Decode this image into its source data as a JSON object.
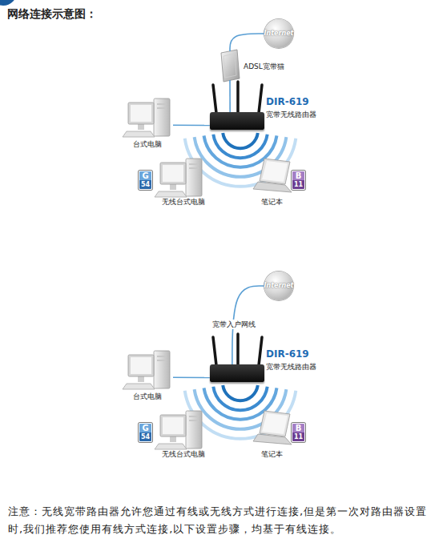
{
  "diagram": {
    "title": "网络连接示意图：",
    "nodes": [
      {
        "text": [
          "Internet"
        ]
      },
      {
        "text": [
          "ADSL宽带猫"
        ]
      },
      {
        "text": [
          "DIR-619",
          "宽带无线路由器"
        ]
      },
      {
        "text": [
          "台式电脑"
        ]
      },
      {
        "text": [
          "G",
          "54"
        ]
      },
      {
        "text": [
          "无线台式电脑"
        ]
      },
      {
        "text": [
          "笔记本"
        ]
      },
      {
        "text": [
          "B",
          "11"
        ]
      },
      {
        "text": [
          "Internet"
        ]
      },
      {
        "text": [
          "DIR-619",
          "宽带无线路由器"
        ]
      },
      {
        "text": [
          "台式电脑"
        ]
      },
      {
        "text": [
          "G",
          "54"
        ]
      },
      {
        "text": [
          "无线台式电脑"
        ]
      },
      {
        "text": [
          "笔记本"
        ]
      },
      {
        "text": [
          "B",
          "11"
        ]
      }
    ],
    "edges": [
      {
        "from": 0,
        "to": 1,
        "arrow": "none"
      },
      {
        "from": 1,
        "to": 2,
        "arrow": "none"
      },
      {
        "from": 3,
        "to": 2,
        "arrow": "none"
      },
      {
        "from": 8,
        "to": 9,
        "arrow": "none",
        "label": "宽带入户网线"
      },
      {
        "from": 10,
        "to": 9,
        "arrow": "none"
      }
    ],
    "labels": [
      "注意：无线宽带路由器允许您通过有线或无线方式进行连接,但是第一次对路由器设置时,我们推荐您使用有线方式连接,以下设置步骤，均基于有线连接。"
    ]
  }
}
